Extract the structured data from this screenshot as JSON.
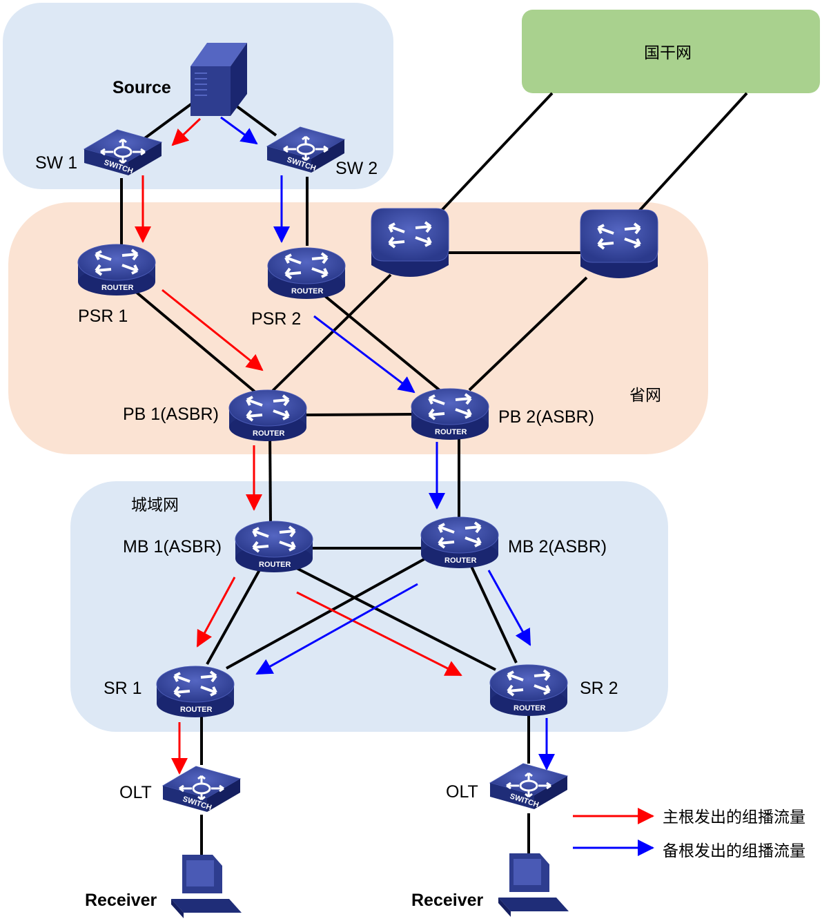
{
  "regions": {
    "national": "国干网",
    "province": "省网",
    "metro": "城域网"
  },
  "devices": {
    "source": "Source",
    "sw1": "SW 1",
    "sw2": "SW 2",
    "psr1": "PSR 1",
    "psr2": "PSR 2",
    "pb1": "PB 1(ASBR)",
    "pb2": "PB 2(ASBR)",
    "mb1": "MB 1(ASBR)",
    "mb2": "MB 2(ASBR)",
    "sr1": "SR 1",
    "sr2": "SR 2",
    "olt1": "OLT",
    "olt2": "OLT",
    "receiver1": "Receiver",
    "receiver2": "Receiver"
  },
  "device_tags": {
    "router": "ROUTER",
    "switch": "SWITCH"
  },
  "legend": {
    "primary": "主根发出的组播流量",
    "backup": "备根发出的组播流量"
  },
  "colors": {
    "primary_flow": "#ff0000",
    "backup_flow": "#0000ff",
    "blue_region": "#dde8f5",
    "province_region": "#fbe3d3",
    "national_region": "#a9d18e",
    "device": "#2e3d8f"
  }
}
